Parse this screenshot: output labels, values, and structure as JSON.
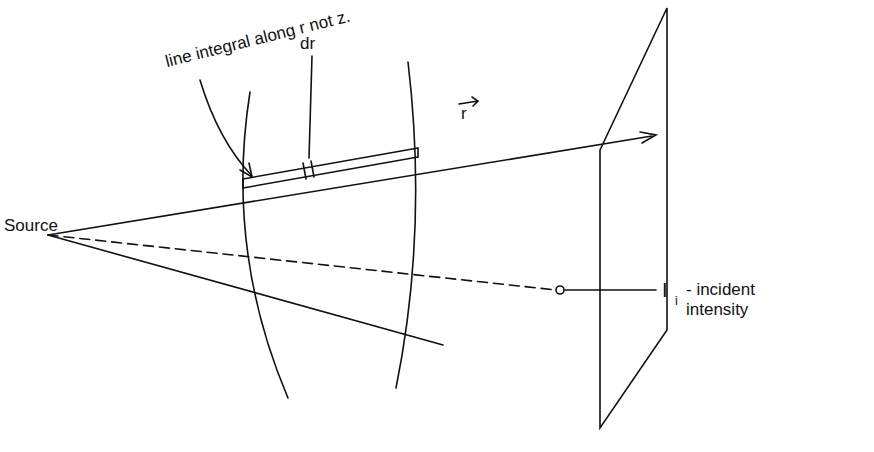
{
  "diagram": {
    "labels": [
      "Source",
      "line integral along r not z.",
      "dr",
      "r",
      "I",
      "i",
      "- incident intensity"
    ]
  }
}
